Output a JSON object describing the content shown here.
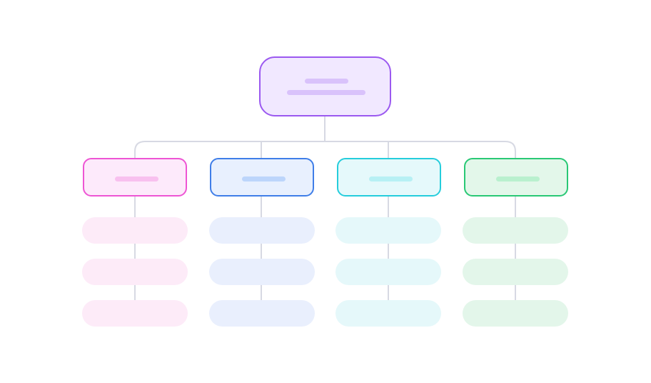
{
  "diagram": {
    "type": "tree",
    "root": {
      "color": "#9b59f0",
      "text_placeholder_lines": 2
    },
    "branches": [
      {
        "color": "#ee55d4",
        "fill": "#fdeafb",
        "leaf_count": 3
      },
      {
        "color": "#3f7ee8",
        "fill": "#e8f0fe",
        "leaf_count": 3
      },
      {
        "color": "#25cddc",
        "fill": "#e5f9fb",
        "leaf_count": 3
      },
      {
        "color": "#29c875",
        "fill": "#e3f7ea",
        "leaf_count": 3
      }
    ]
  }
}
